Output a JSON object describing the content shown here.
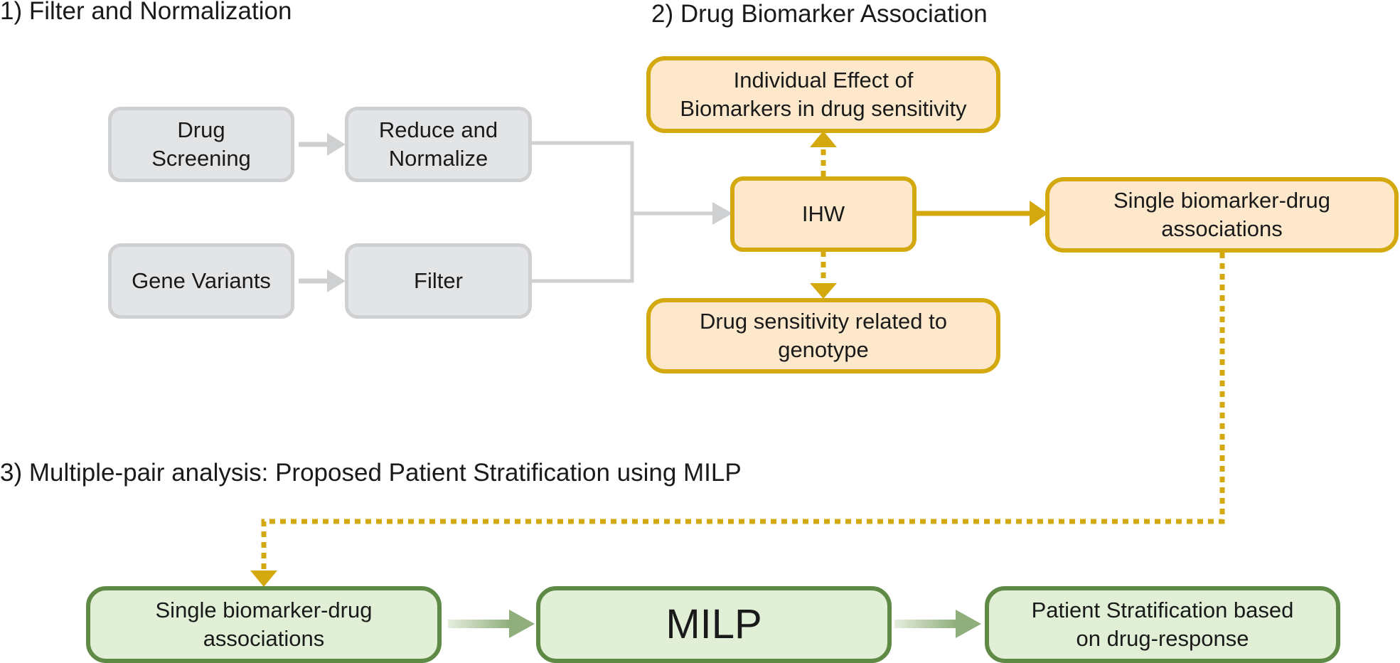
{
  "sections": {
    "s1": "1) Filter and Normalization",
    "s2": "2) Drug Biomarker Association",
    "s3": "3) Multiple-pair analysis: Proposed Patient Stratification using MILP"
  },
  "nodes": {
    "drug_screening": [
      "Drug",
      "Screening"
    ],
    "reduce_normalize": [
      "Reduce and",
      "Normalize"
    ],
    "gene_variants": [
      "Gene Variants"
    ],
    "filter": [
      "Filter"
    ],
    "individual_effect": [
      "Individual Effect of",
      "Biomarkers in drug sensitivity"
    ],
    "ihw": [
      "IHW"
    ],
    "single_assoc_top": [
      "Single biomarker-drug",
      "associations"
    ],
    "drug_sensitivity": [
      "Drug sensitivity related to",
      "genotype"
    ],
    "single_assoc_bottom": [
      "Single biomarker-drug",
      "associations"
    ],
    "milp": [
      "MILP"
    ],
    "patient_stratification": [
      "Patient Stratification based",
      "on drug-response"
    ]
  },
  "colors": {
    "gray_fill": "#e3e4e6",
    "gray_line": "#cfd0d2",
    "orange_fill": "#fde8cc",
    "orange_line": "#d4a80f",
    "green_fill": "#e1efd6",
    "green_line": "#5f8a45"
  }
}
